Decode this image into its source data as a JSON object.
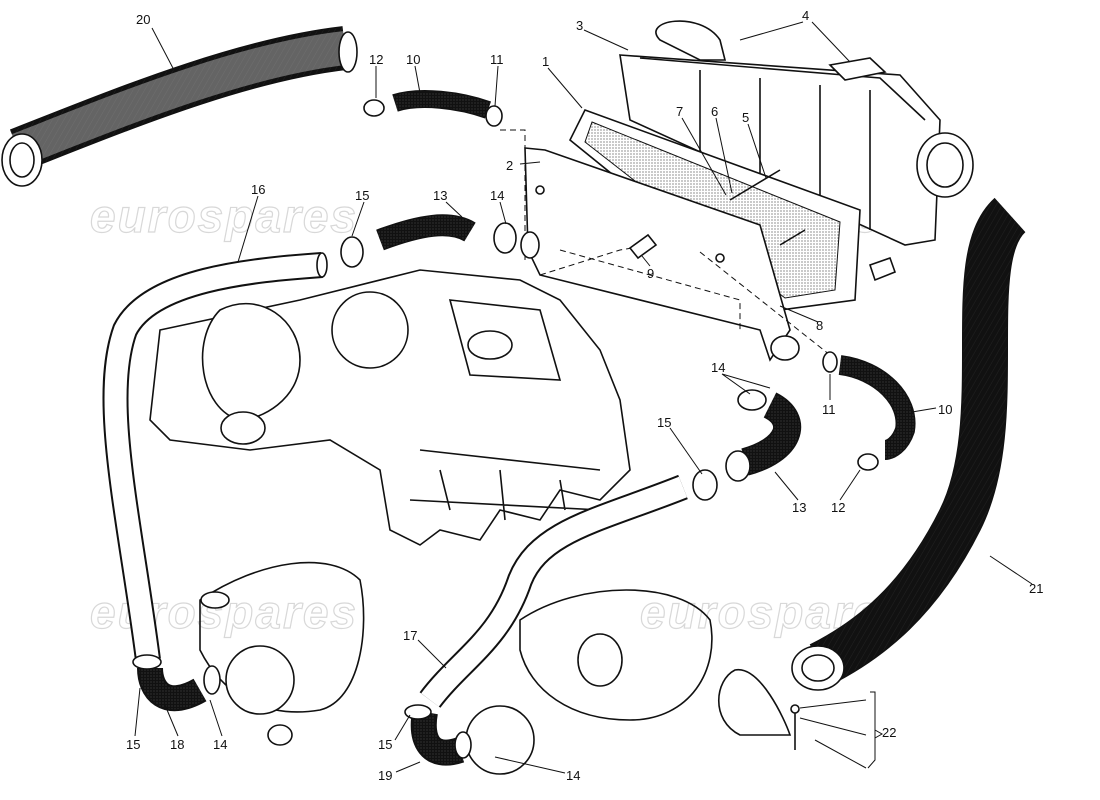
{
  "diagram": {
    "watermark": "eurospares",
    "callouts": [
      "20",
      "12",
      "10",
      "11",
      "3",
      "4",
      "1",
      "7",
      "6",
      "5",
      "2",
      "16",
      "15",
      "13",
      "14",
      "9",
      "8",
      "14",
      "11",
      "10",
      "15",
      "13",
      "12",
      "21",
      "17",
      "15",
      "18",
      "14",
      "15",
      "19",
      "14",
      "22"
    ]
  }
}
